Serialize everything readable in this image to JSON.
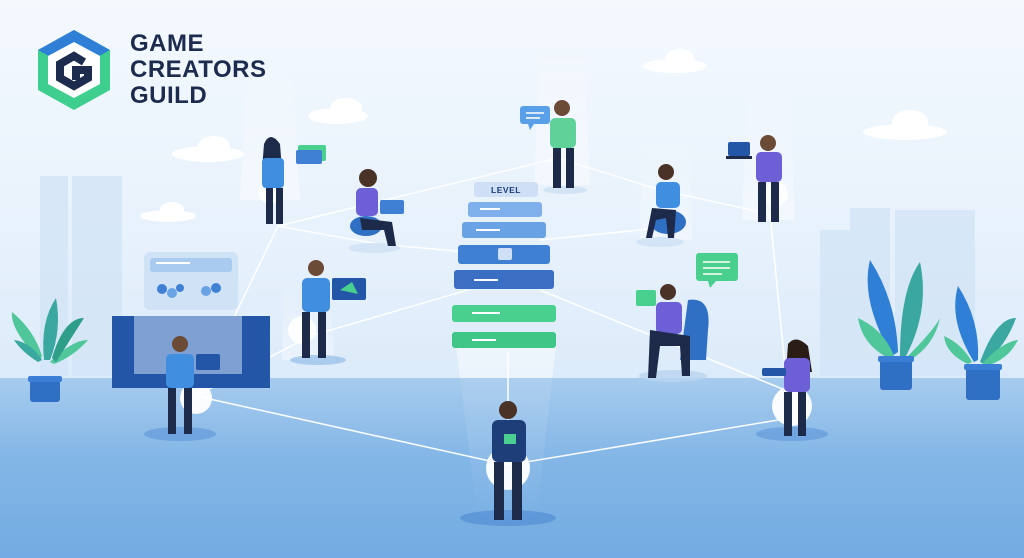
{
  "brand": {
    "line1": "GAME",
    "line2": "CREATORS",
    "line3": "GUILD",
    "logo_icon": "hexagon-g-logo-icon",
    "colors": {
      "primary": "#2f7fd6",
      "accent": "#3ecf8e",
      "dark": "#1d2b4f"
    }
  },
  "stack": {
    "top_label": "LEVEL"
  },
  "palette": {
    "sky": "#eaf3fc",
    "floor": "#6aa6e0",
    "node_line": "#ffffff",
    "plant": "#3aa8a0",
    "pot": "#2f6fc4"
  }
}
